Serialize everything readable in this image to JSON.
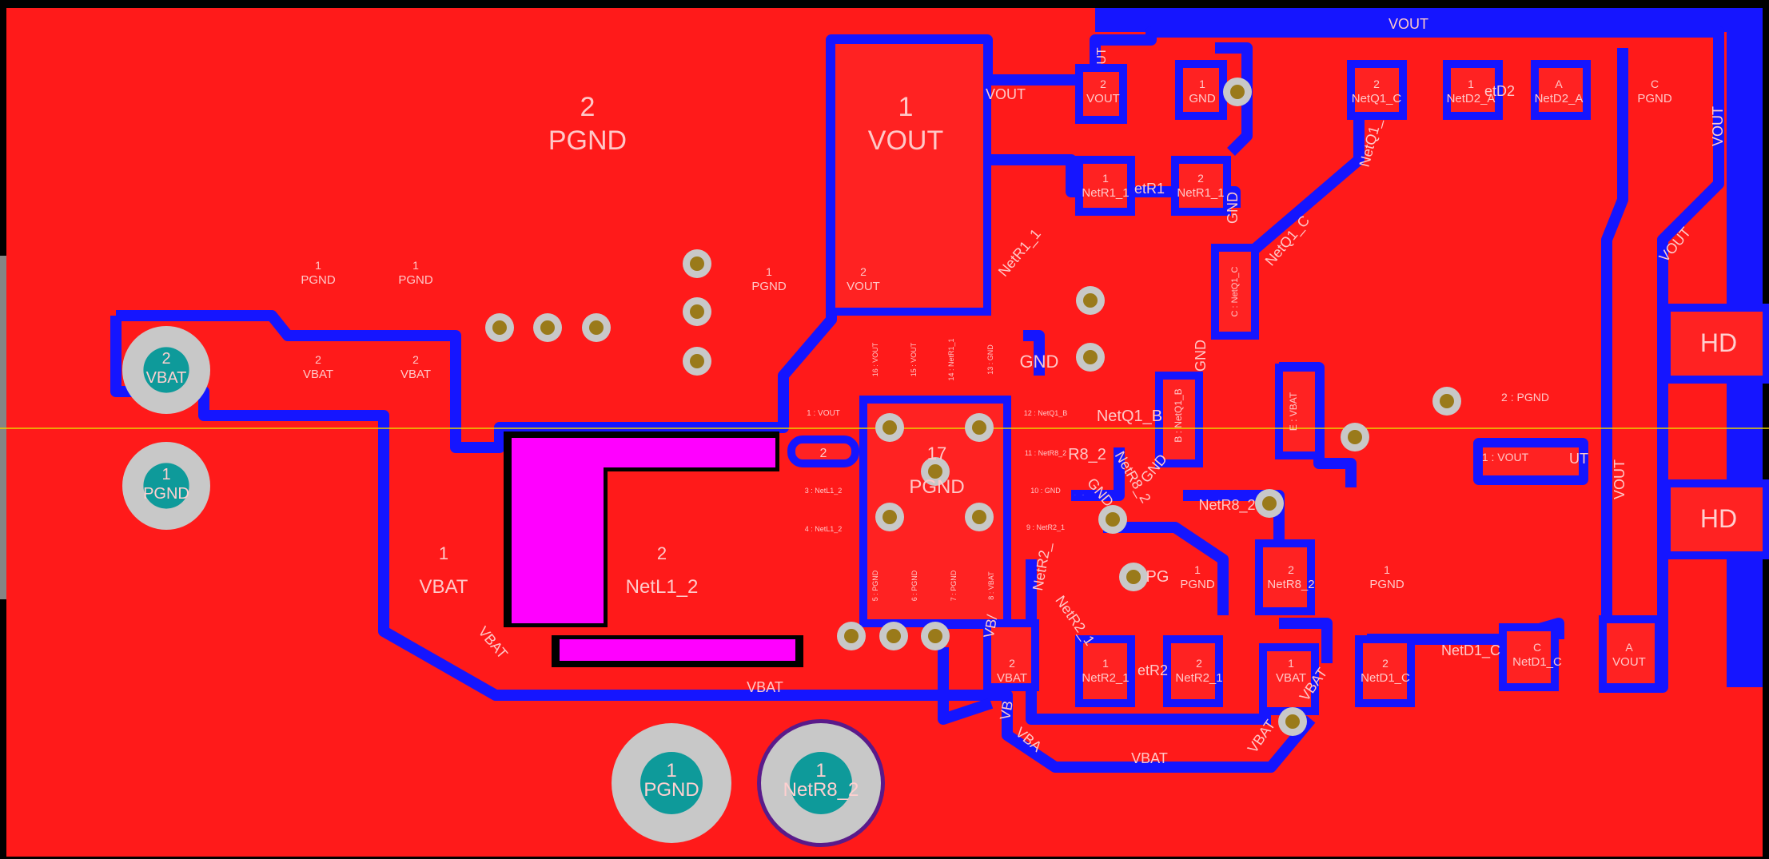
{
  "colors": {
    "background": "#000000",
    "copper": "#ff1a1a",
    "keepout": "#1515ff",
    "pad": "#ff2020",
    "highlight": "#ff00ff",
    "drill": "#9a7a1a",
    "through_hole_center": "#0e9a9a",
    "through_hole_ring": "#c8c8c8",
    "crosshair": "#e8d200",
    "label": "#ffc8c8"
  },
  "large_pads": [
    {
      "num": "2",
      "net": "PGND"
    },
    {
      "num": "1",
      "net": "VOUT"
    },
    {
      "num": "1",
      "net": "VBAT"
    },
    {
      "num": "2",
      "net": "NetL1_2"
    },
    {
      "num": "17",
      "net": "PGND"
    }
  ],
  "small_labels": [
    {
      "num": "1",
      "net": "PGND"
    },
    {
      "num": "1",
      "net": "PGND"
    },
    {
      "num": "1",
      "net": "PGND"
    },
    {
      "num": "2",
      "net": "VOUT"
    },
    {
      "num": "2",
      "net": "VBAT"
    },
    {
      "num": "2",
      "net": "VBAT"
    },
    {
      "num": "2",
      "net": "VOUT"
    },
    {
      "num": "1",
      "net": "GND"
    },
    {
      "num": "2",
      "net": "NetQ1_C"
    },
    {
      "num": "1",
      "net": "NetD2_A"
    },
    {
      "num": "A",
      "net": "NetD2_A"
    },
    {
      "num": "C",
      "net": "PGND"
    },
    {
      "num": "1",
      "net": "NetR1_1"
    },
    {
      "num": "2",
      "net": "NetR1_1"
    },
    {
      "num": "1",
      "net": "PGND"
    },
    {
      "num": "1",
      "net": "PGND"
    },
    {
      "num": "2",
      "net": "NetR8_2"
    },
    {
      "num": "1",
      "net": "NetR2_1"
    },
    {
      "num": "2",
      "net": "NetR2_1"
    },
    {
      "num": "1",
      "net": "VBAT"
    },
    {
      "num": "2",
      "net": "NetD1_C"
    },
    {
      "num": "C",
      "net": "NetD1_C"
    },
    {
      "num": "A",
      "net": "VOUT"
    },
    {
      "num": "2",
      "net": "VBAT"
    }
  ],
  "pin_labels": [
    "1 : VOUT",
    "2",
    "3 : NetL1_2",
    "4 : NetL1_2",
    "5 : PGND",
    "6 : PGND",
    "7 : PGND",
    "8 : VBAT",
    "9 : NetR2_1",
    "10 : GND",
    "11 : NetR8_2",
    "12 : NetQ1_B",
    "13 : GND",
    "14 : NetR1_1",
    "15 : VOUT",
    "16 : VOUT",
    "B : NetQ1_B",
    "C : NetQ1_C",
    "E : VBAT",
    "2 : PGND",
    "1 : VOUT"
  ],
  "trace_labels": [
    "VOUT",
    "VOUT",
    "UT",
    "NetQ1_",
    "NetQ1_C",
    "NetR1_1",
    "etR1",
    "GND",
    "GND",
    "GND",
    "NetQ1_B",
    "R8_2",
    "NetR8_2",
    "NetR8_2",
    "GND",
    "NetR2_",
    "NetR2_1",
    "etR2",
    "VBAT",
    "VBAT",
    "VBAT",
    "VB",
    "VBA",
    "VBAT",
    "VBAT",
    "NetD1_C",
    "VOUT",
    "UT",
    "VOUT",
    "VOUT",
    "etD2",
    "GND",
    "VB/",
    "PG",
    "VBAT",
    "GND",
    "D"
  ],
  "through_holes": [
    {
      "num": "2",
      "net": "VBAT"
    },
    {
      "num": "1",
      "net": "PGND"
    },
    {
      "num": "1",
      "net": "PGND"
    },
    {
      "num": "1",
      "net": "NetR8_2"
    }
  ],
  "connector_labels": [
    "HD",
    "HD"
  ]
}
